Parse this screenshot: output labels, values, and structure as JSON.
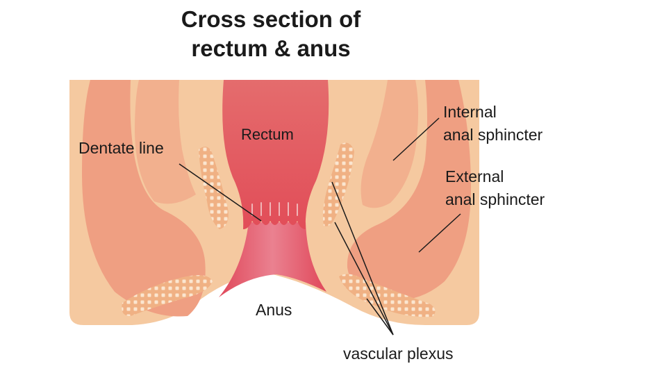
{
  "title": {
    "line1": "Cross section of",
    "line2": "rectum & anus"
  },
  "labels": {
    "rectum": "Rectum",
    "dentate_line": "Dentate line",
    "internal_sphincter_1": "Internal",
    "internal_sphincter_2": "anal sphincter",
    "external_sphincter_1": "External",
    "external_sphincter_2": "anal sphincter",
    "anus": "Anus",
    "vascular_plexus": "vascular plexus"
  },
  "colors": {
    "tissue": "#f5c9a0",
    "external_sphincter": "#ef9f82",
    "internal_sphincter": "#f2b08e",
    "rectum_top": "#e06a6c",
    "rectum_bottom": "#e3505a",
    "anal_canal": "#e8818a",
    "plexus": "#f0b184",
    "leader_line": "#1a1a1a"
  }
}
